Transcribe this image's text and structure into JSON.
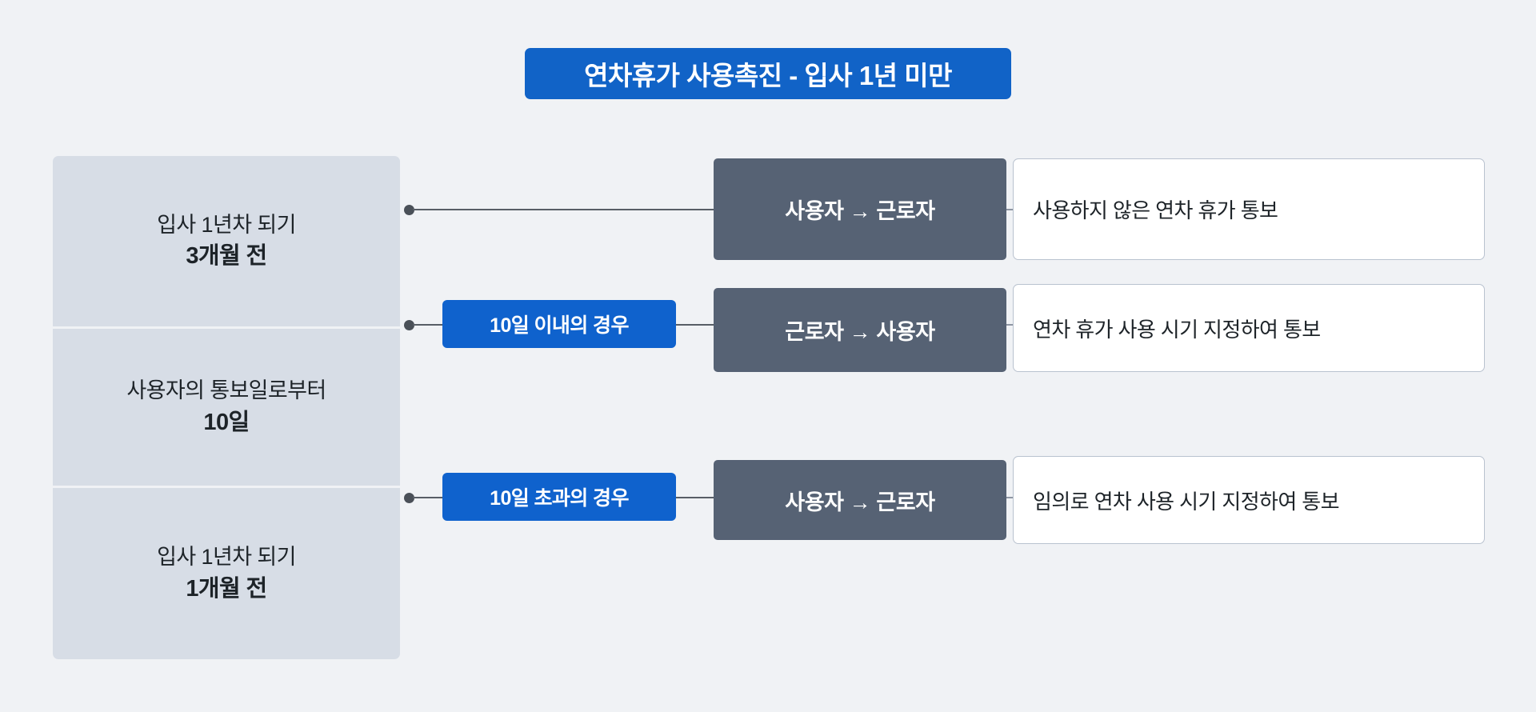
{
  "title": {
    "text": "연차휴가 사용촉진 - 입사 1년 미만",
    "background": "#1163c7",
    "color": "#ffffff"
  },
  "page": {
    "background": "#f0f2f5"
  },
  "timeline": {
    "background": "#d7dde6",
    "cells": [
      {
        "line1": "입사 1년차 되기",
        "line2": "3개월 전"
      },
      {
        "line1": "사용자의 통보일로부터",
        "line2": "10일"
      },
      {
        "line1": "입사 1년차 되기",
        "line2": "1개월 전"
      }
    ]
  },
  "conditions": [
    {
      "label": "10일 이내의 경우",
      "background": "#0f62cd",
      "color": "#ffffff"
    },
    {
      "label": "10일 초과의 경우",
      "background": "#0f62cd",
      "color": "#ffffff"
    }
  ],
  "rows": [
    {
      "actor": "사용자  →  근로자",
      "description": "사용하지 않은 연차 휴가 통보",
      "actor_background": "#566274"
    },
    {
      "actor": "근로자  →  사용자",
      "description": "연차 휴가 사용 시기 지정하여 통보",
      "actor_background": "#566274"
    },
    {
      "actor": "사용자  →  근로자",
      "description": "임의로 연차 사용 시기 지정하여 통보",
      "actor_background": "#566274"
    }
  ],
  "connectors": {
    "dot_color": "#4a5058",
    "line_color": "#585e66"
  }
}
